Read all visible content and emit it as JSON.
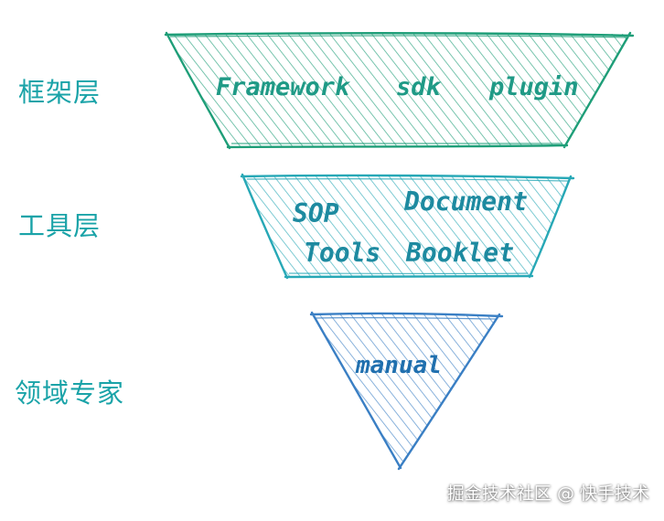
{
  "layers": [
    {
      "label": "框架层",
      "color": "#1e9e78",
      "items": [
        "Framework",
        "sdk",
        "plugin"
      ]
    },
    {
      "label": "工具层",
      "color": "#27a8b6",
      "items": [
        "SOP",
        "Document",
        "Tools",
        "Booklet"
      ]
    },
    {
      "label": "领域专家",
      "color": "#3a7fc4",
      "items": [
        "manual"
      ]
    }
  ],
  "colors": {
    "framework_ink": "#1f9a86",
    "tools_ink": "#1d8aa0",
    "expert_ink": "#1f6fae",
    "label_text": "#1aa3a8"
  },
  "watermark": "掘金技术社区 @ 快手技术"
}
